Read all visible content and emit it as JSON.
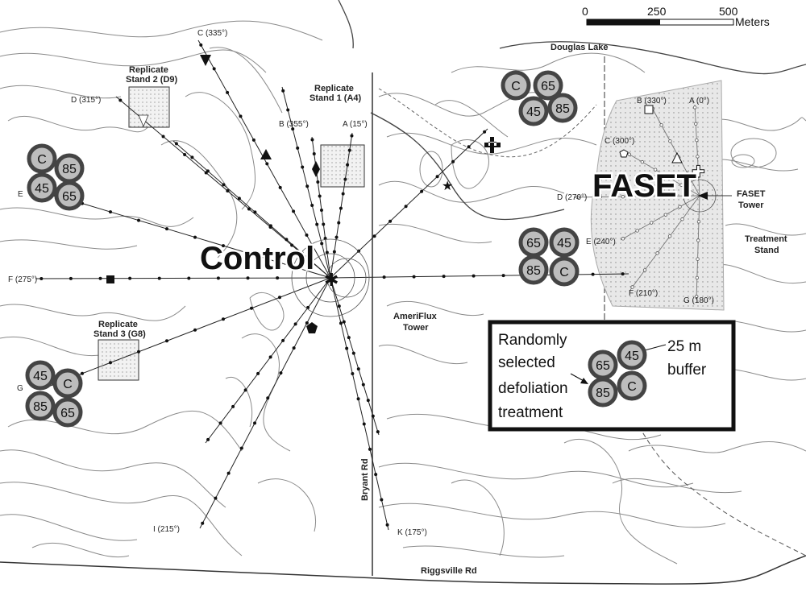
{
  "scale_bar": {
    "ticks": [
      "0",
      "250",
      "500"
    ],
    "unit": "Meters"
  },
  "places": {
    "douglas_lake": "Douglas Lake",
    "control": "Control",
    "faset": "FASET",
    "faset_tower_1": "FASET",
    "faset_tower_2": "Tower",
    "treatment_stand_1": "Treatment",
    "treatment_stand_2": "Stand",
    "ameriflux_1": "AmeriFlux",
    "ameriflux_2": "Tower",
    "bryant_rd": "Bryant Rd",
    "riggsville_rd": "Riggsville Rd"
  },
  "replicates": {
    "r1_line1": "Replicate",
    "r1_line2": "Stand 1 (A4)",
    "r2_line1": "Replicate",
    "r2_line2": "Stand 2 (D9)",
    "r3_line1": "Replicate",
    "r3_line2": "Stand 3 (G8)"
  },
  "control_transects": {
    "a": "A (15°)",
    "b": "B (355°)",
    "c": "C (335°)",
    "d": "D (315°)",
    "e": "E",
    "f": "F (275°)",
    "g": "G",
    "i": "I (215°)",
    "k": "K (175°)"
  },
  "faset_transects": {
    "a": "A (0°)",
    "b": "B (330°)",
    "c": "C (300°)",
    "d": "D (270°)",
    "e": "E (240°)",
    "f": "F (210°)",
    "g": "G (180°)"
  },
  "plots": {
    "c": "C",
    "p45": "45",
    "p65": "65",
    "p85": "85"
  },
  "legend": {
    "line1": "Randomly",
    "line2": "selected",
    "line3": "defoliation",
    "line4": "treatment",
    "buffer1": "25 m",
    "buffer2": "buffer"
  }
}
